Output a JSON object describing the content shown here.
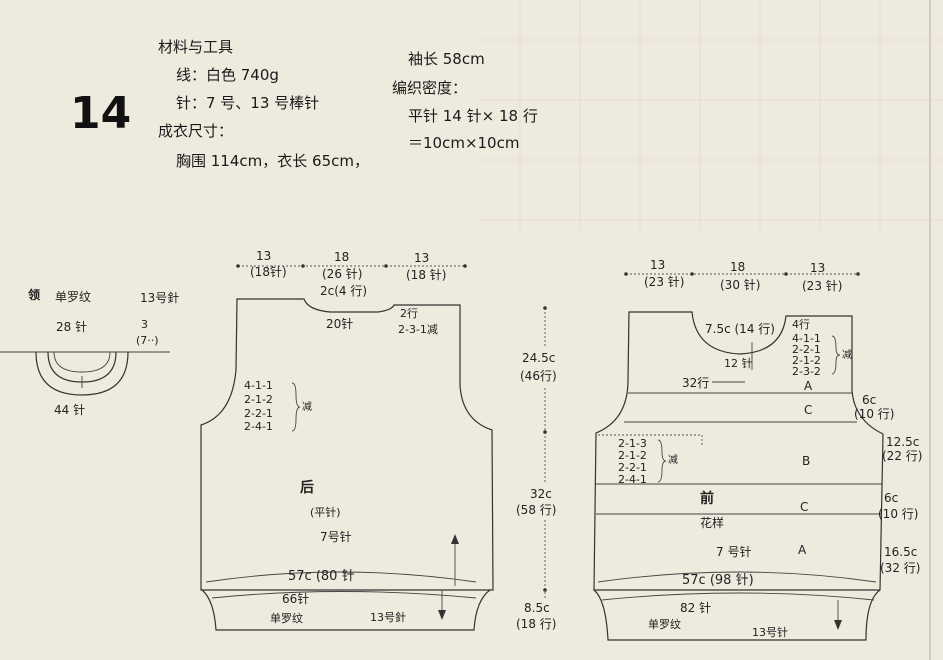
{
  "header": {
    "pattern_number": "14",
    "materials_title": "材料与工具",
    "yarn": "线：白色 740g",
    "needles": "针：7 号、13 号棒针",
    "size_title": "成衣尺寸：",
    "size_values": "胸围 114cm，衣长 65cm，",
    "sleeve_length": "袖长 58cm",
    "gauge_title": "编织密度：",
    "gauge_stitch": "平针 14 针× 18 行",
    "gauge_size": "＝10cm×10cm"
  },
  "collar": {
    "title": "领",
    "stitch": "单罗纹",
    "needle": "13号針",
    "top_count": "28 针",
    "side_1": "3",
    "side_2": "(7··)",
    "bottom_count": "44 针"
  },
  "back": {
    "top_left_cm": "13",
    "top_left_st": "(18针)",
    "top_mid_cm": "18",
    "top_mid_st": "(26 针)",
    "top_right_cm": "13",
    "top_right_st": "(18 针)",
    "neck_depth": "2c(4 行)",
    "neck_st": "20针",
    "neck_rows": "2行",
    "neck_dec": "2-3-1减",
    "arm_dec": [
      "4-1-1",
      "2-1-2",
      "2-2-1",
      "2-4-1"
    ],
    "arm_dec_word": "减",
    "label": "后",
    "stitch": "(平针)",
    "needle": "7号针",
    "width": "57c (80 针",
    "rib_st": "66针",
    "rib_stitch": "单罗纹",
    "rib_needle": "13号針"
  },
  "lengths": {
    "armhole_cm": "24.5c",
    "armhole_rows": "(46行)",
    "body_cm": "32c",
    "body_rows": "(58 行)",
    "rib_cm": "8.5c",
    "rib_rows": "(18 行)"
  },
  "front": {
    "top_left_cm": "13",
    "top_left_st": "(23 针)",
    "top_mid_cm": "18",
    "top_mid_st": "(30 针)",
    "top_right_cm": "13",
    "top_right_st": "(23 针)",
    "neck_depth": "7.5c (14 行)",
    "neck_center": "12 针",
    "neck_rows": "4行",
    "neck_dec": [
      "4-1-1",
      "2-2-1",
      "2-1-2",
      "2-3-2"
    ],
    "neck_dec_word": "减",
    "yoke_rows": "32行",
    "arm_dec": [
      "2-1-3",
      "2-1-2",
      "2-2-1",
      "2-4-1"
    ],
    "arm_dec_word": "减",
    "band_a1": "A",
    "band_c1": "C",
    "band_b": "B",
    "band_c2": "C",
    "band_a2": "A",
    "label": "前",
    "pattern": "花样",
    "needle": "7 号针",
    "side_1_cm": "6c",
    "side_1_rows": "(10 行)",
    "side_2_cm": "12.5c",
    "side_2_rows": "(22 行)",
    "side_3_cm": "6c",
    "side_3_rows": "(10 行)",
    "side_4_cm": "16.5c",
    "side_4_rows": "(32 行)",
    "width": "57c (98 针)",
    "rib_st": "82 针",
    "rib_stitch": "单罗纹",
    "rib_needle": "13号针"
  }
}
